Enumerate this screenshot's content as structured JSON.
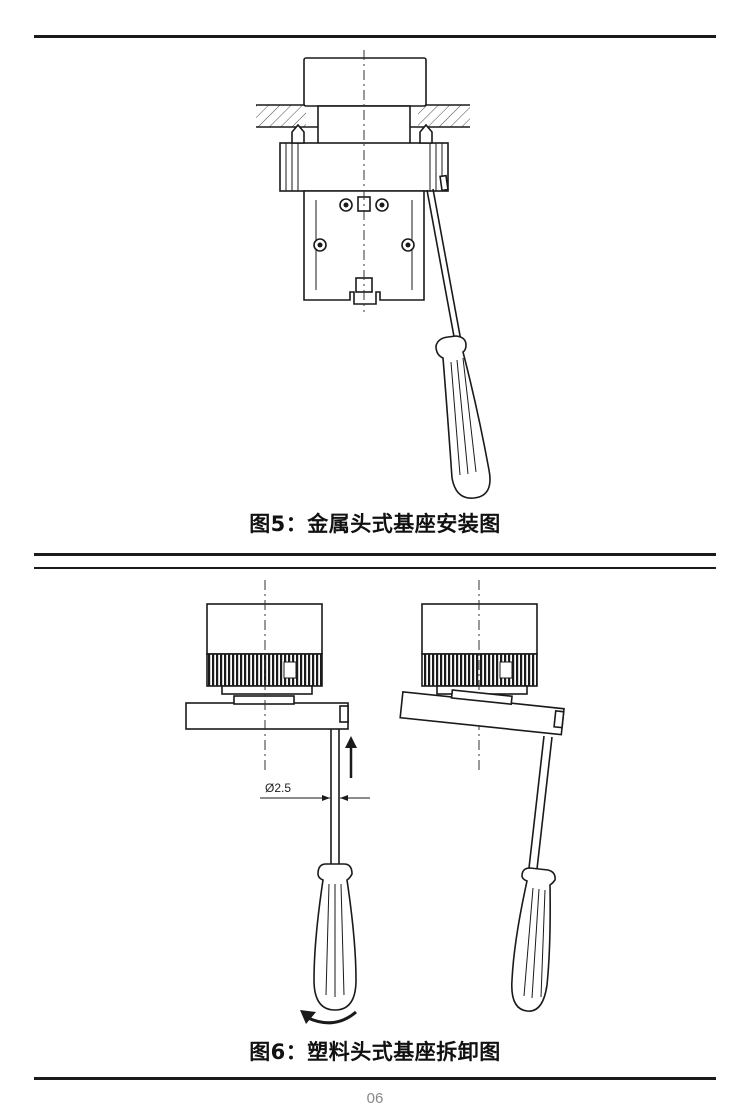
{
  "figure5": {
    "caption": "图5：金属头式基座安装图"
  },
  "figure6": {
    "caption": "图6：塑料头式基座拆卸图",
    "dimension_label": "Ø2.5"
  },
  "page": {
    "number": "06"
  },
  "colors": {
    "line": "#1a1a1a",
    "page_number": "#888888"
  }
}
